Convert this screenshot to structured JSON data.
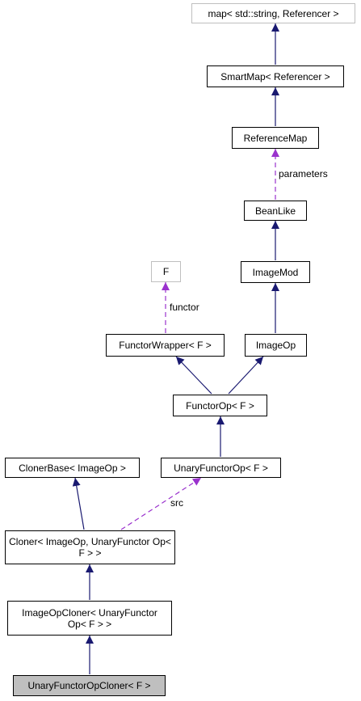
{
  "colors": {
    "inheritance_edge": "#191970",
    "usage_edge": "#9a32cd",
    "node_border": "#000000",
    "ghost_border": "#bfbfbf",
    "focus_fill": "#bfbfbf"
  },
  "nodes": {
    "map": "map< std::string, Referencer >",
    "smartmap": "SmartMap< Referencer >",
    "referencemap": "ReferenceMap",
    "beanlike": "BeanLike",
    "imagemod": "ImageMod",
    "f": "F",
    "functorwrapper": "FunctorWrapper< F >",
    "imageop": "ImageOp",
    "functorop": "FunctorOp< F >",
    "clonerbase": "ClonerBase< ImageOp >",
    "unaryfunctorop": "UnaryFunctorOp< F >",
    "cloner": "Cloner< ImageOp, UnaryFunctor Op< F > >",
    "imageopcloner": "ImageOpCloner< UnaryFunctor Op< F > >",
    "unaryfunctoropcloner": "UnaryFunctorOpCloner< F >"
  },
  "edge_labels": {
    "parameters": "parameters",
    "functor": "functor",
    "src": "src"
  }
}
